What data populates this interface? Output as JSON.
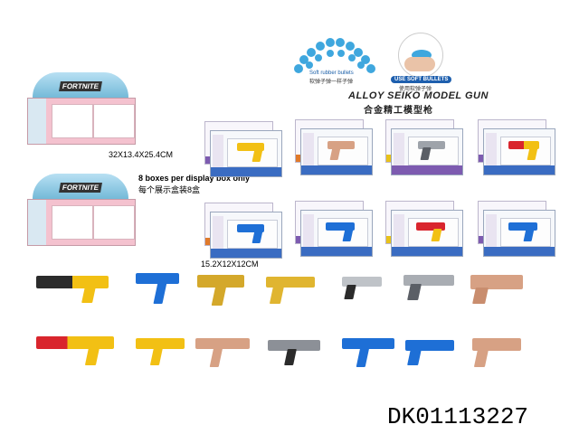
{
  "labels": {
    "display_size": "32X13.4X25.4CM",
    "display_count_en": "8 boxes per display box only",
    "display_count_cn": "每个展示盒装8盒",
    "box_size": "15.2X12X12CM",
    "bullets_caption": "Soft rubber bullets",
    "bullets_caption_cn": "软弹子弹一样子弹",
    "use_soft_bullets": "USE SOFT BULLETS",
    "use_soft_bullets_cn": "使用软弹子弹",
    "brand_en": "ALLOY SEIKO MODEL GUN",
    "brand_cn": "合金精工模型枪",
    "product_code": "DK01113227",
    "fortnite": "FORTNITE"
  },
  "colors": {
    "yellow": "#f2c014",
    "gold": "#d4a82b",
    "blue": "#1e6fd6",
    "rose": "#d7a184",
    "silver": "#9ea3aa",
    "black": "#2b2b2b",
    "red": "#d9252d",
    "bullet_blue": "#3fa7de"
  }
}
